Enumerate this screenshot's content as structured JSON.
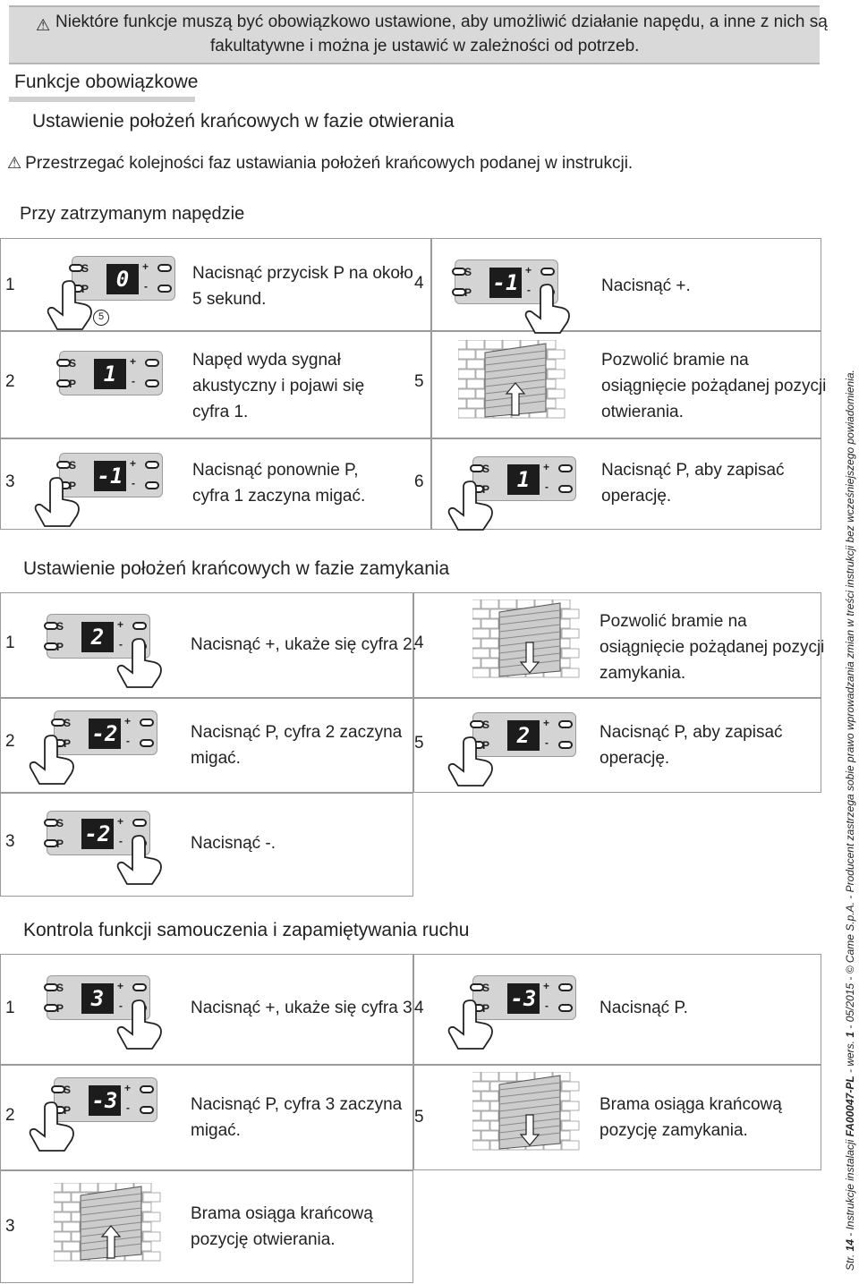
{
  "notice": {
    "icon": "warning-triangle-icon",
    "line1": "Niektóre funkcje muszą być obowiązkowo ustawione, aby umożliwić działanie napędu, a inne z nich są",
    "line2": "fakultatywne i można je ustawić w zależności od potrzeb."
  },
  "section_title": "Funkcje obowiązkowe",
  "opening": {
    "title": "Ustawienie położeń krańcowych w fazie otwierania",
    "caution": "Przestrzegać kolejności faz ustawiania położeń krańcowych podanej w instrukcji.",
    "condition": "Przy zatrzymanym napędzie",
    "steps": [
      {
        "num": "1",
        "display": "0",
        "text": [
          "Nacisnąć przycisk P na około",
          "5 sekund."
        ],
        "timer": "5"
      },
      {
        "num": "2",
        "display": "1",
        "text": [
          "Napęd wyda sygnał",
          "akustyczny i pojawi się",
          "cyfra 1."
        ]
      },
      {
        "num": "3",
        "display": "-1",
        "text": [
          "Nacisnąć ponownie P,",
          "cyfra 1 zaczyna migać."
        ]
      },
      {
        "num": "4",
        "display": "-1",
        "text": [
          "Nacisnąć +."
        ]
      },
      {
        "num": "5",
        "text": [
          "Pozwolić bramie na",
          "osiągnięcie pożądanej pozycji",
          "otwierania."
        ]
      },
      {
        "num": "6",
        "display": "1",
        "text": [
          "Nacisnąć P, aby zapisać",
          "operację."
        ]
      }
    ]
  },
  "closing": {
    "title": "Ustawienie położeń krańcowych w fazie zamykania",
    "steps": [
      {
        "num": "1",
        "display": "2",
        "text": [
          "Nacisnąć +, ukaże się cyfra 2."
        ]
      },
      {
        "num": "2",
        "display": "-2",
        "text": [
          "Nacisnąć P, cyfra 2 zaczyna",
          "migać."
        ]
      },
      {
        "num": "3",
        "display": "-2",
        "text": [
          "Nacisnąć -."
        ]
      },
      {
        "num": "4",
        "text": [
          "Pozwolić bramie na",
          "osiągnięcie pożądanej pozycji",
          "zamykania."
        ]
      },
      {
        "num": "5",
        "display": "2",
        "text": [
          "Nacisnąć P, aby zapisać",
          "operację."
        ]
      }
    ]
  },
  "selflearn": {
    "title": "Kontrola funkcji samouczenia i zapamiętywania ruchu",
    "steps": [
      {
        "num": "1",
        "display": "3",
        "text": [
          "Nacisnąć +, ukaże się cyfra 3"
        ]
      },
      {
        "num": "2",
        "display": "-3",
        "text": [
          "Nacisnąć P, cyfra 3 zaczyna",
          "migać."
        ]
      },
      {
        "num": "3",
        "text": [
          "Brama osiąga krańcową",
          "pozycję otwierania."
        ]
      },
      {
        "num": "4",
        "display": "-3",
        "text": [
          "Nacisnąć P."
        ]
      },
      {
        "num": "5",
        "text": [
          "Brama osiąga krańcową",
          "pozycję zamykania."
        ]
      }
    ]
  },
  "device_labels": {
    "s": "S",
    "p": "P",
    "plus": "+",
    "minus": "-"
  },
  "footer": {
    "prefix": "Str. ",
    "page": "14",
    "mid": " - Instrukcje instalacji ",
    "code": "FA00047-PL",
    "ver_prefix": " - wers. ",
    "ver": "1",
    "rest": " - 05/2015 - © Came S.p.A. - Producent zastrzega sobie prawo wprowadzania zmian w treści instrukcji bez wcześniejszego powiadomienia."
  }
}
